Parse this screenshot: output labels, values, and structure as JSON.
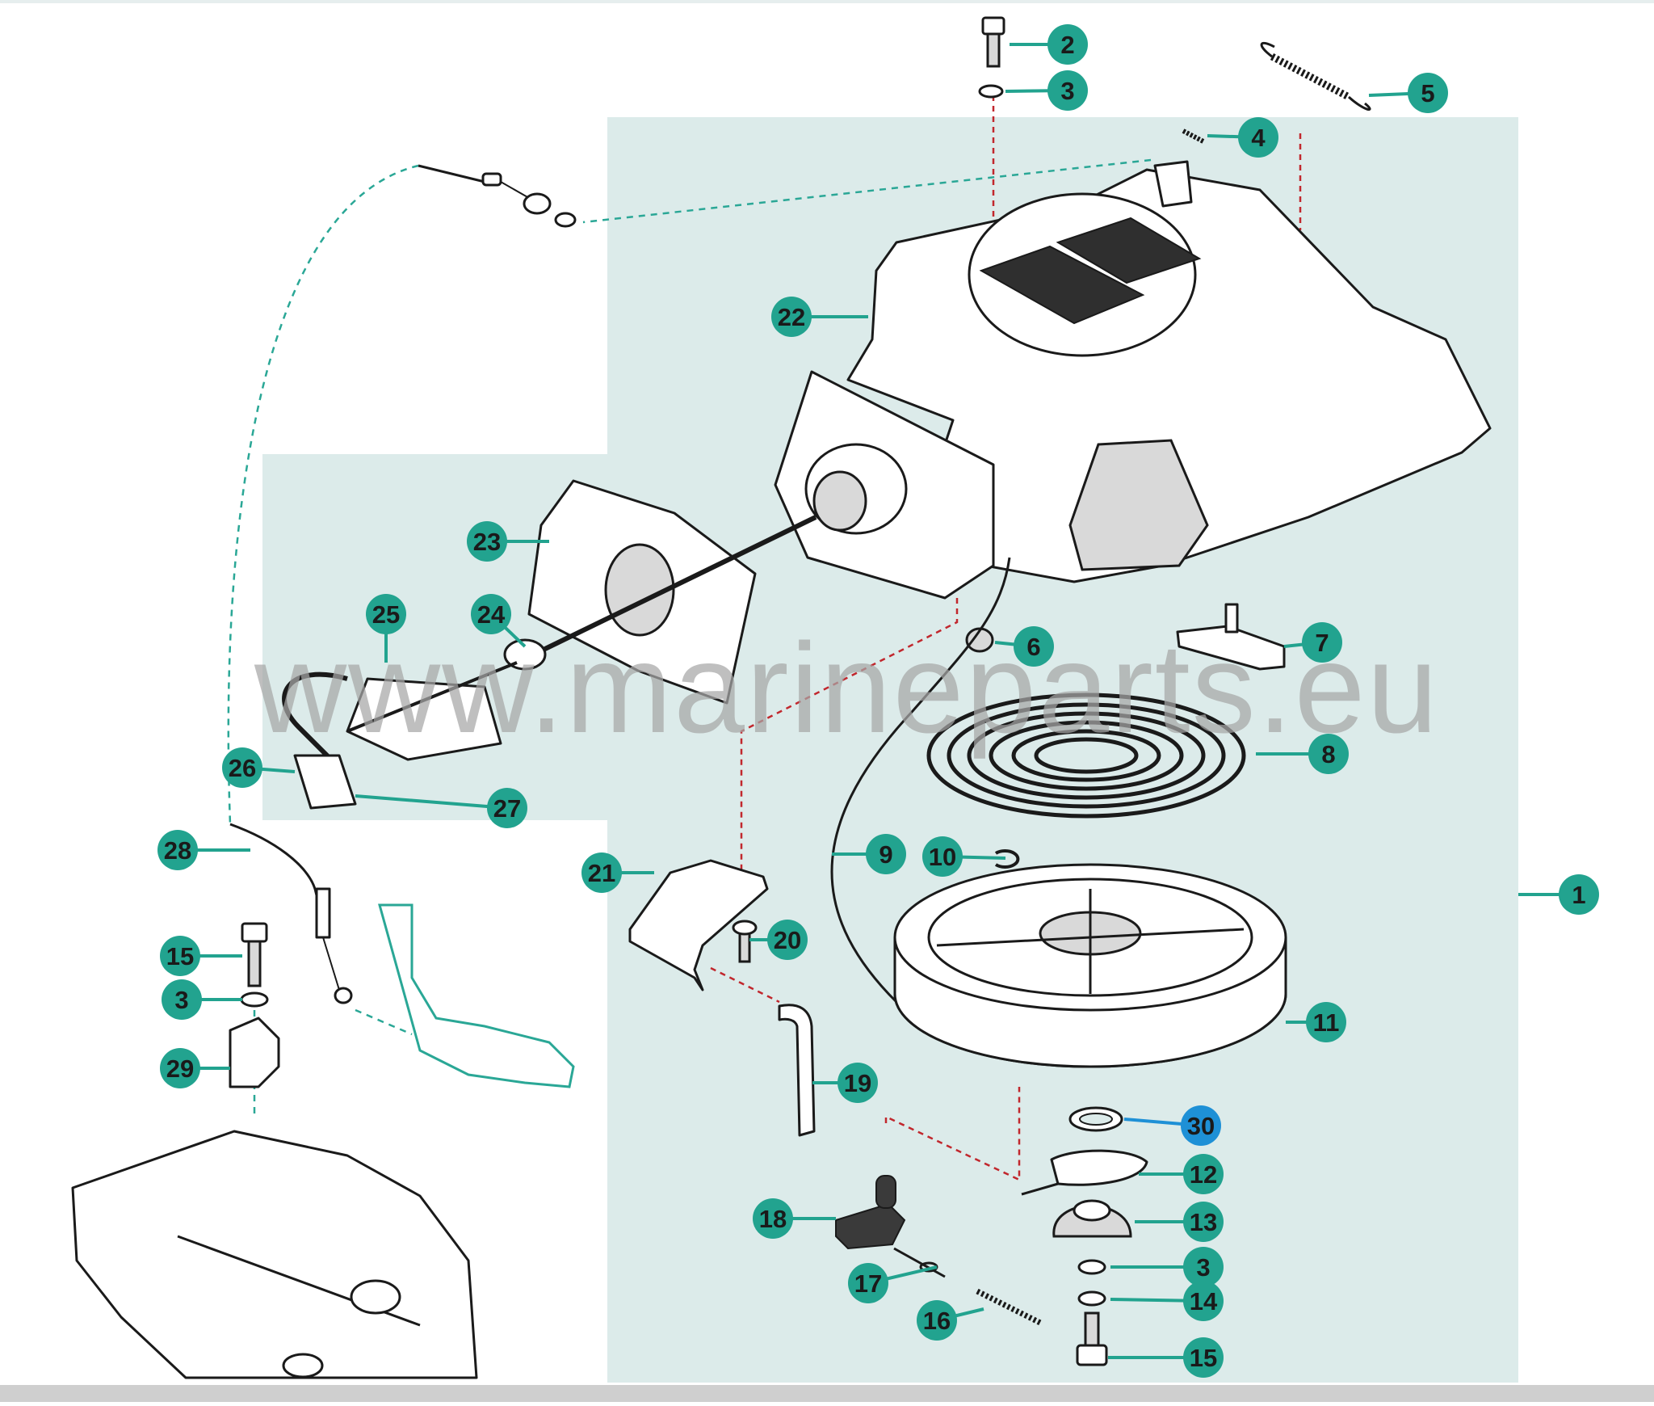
{
  "watermark": "www.marineparts.eu",
  "colors": {
    "callout_fill": "#22a38f",
    "callout_highlight": "#1e90d6",
    "panel_bg": "#dcebea",
    "bottom_bar": "#cfcfcf",
    "line_red": "#c1272d",
    "line_teal": "#2aa796"
  },
  "callouts": [
    {
      "label": "1"
    },
    {
      "label": "2"
    },
    {
      "label": "3"
    },
    {
      "label": "4"
    },
    {
      "label": "5"
    },
    {
      "label": "6"
    },
    {
      "label": "7"
    },
    {
      "label": "8"
    },
    {
      "label": "9"
    },
    {
      "label": "10"
    },
    {
      "label": "11"
    },
    {
      "label": "12"
    },
    {
      "label": "13"
    },
    {
      "label": "3"
    },
    {
      "label": "14"
    },
    {
      "label": "15"
    },
    {
      "label": "16"
    },
    {
      "label": "17"
    },
    {
      "label": "18"
    },
    {
      "label": "19"
    },
    {
      "label": "20"
    },
    {
      "label": "21"
    },
    {
      "label": "22"
    },
    {
      "label": "23"
    },
    {
      "label": "24"
    },
    {
      "label": "25"
    },
    {
      "label": "26"
    },
    {
      "label": "27"
    },
    {
      "label": "28"
    },
    {
      "label": "15"
    },
    {
      "label": "3"
    },
    {
      "label": "29"
    },
    {
      "label": "30",
      "highlight": true
    }
  ]
}
